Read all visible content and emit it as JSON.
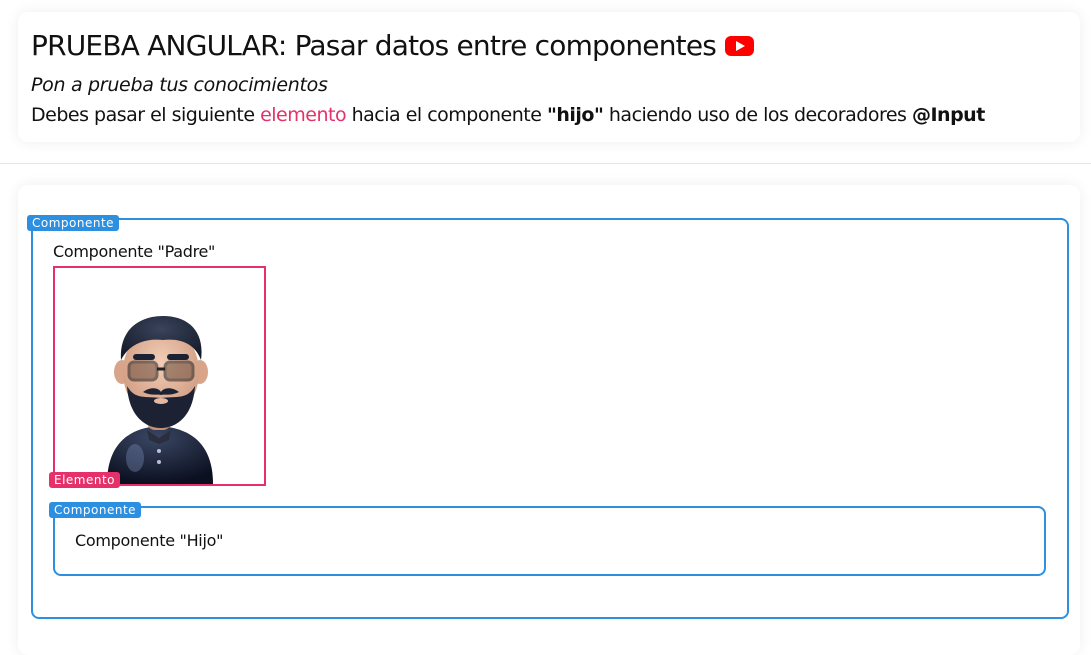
{
  "header": {
    "title": "PRUEBA ANGULAR: Pasar datos entre componentes",
    "title_icon": "youtube-icon",
    "subtitle": "Pon a prueba tus conocimientos",
    "instruction": {
      "part1": "Debes pasar el siguiente ",
      "keyword_element": "elemento",
      "part2": " hacia el componente ",
      "keyword_child": "\"hijo\"",
      "part3": " haciendo uso de los decoradores ",
      "keyword_decorator": "@Input"
    }
  },
  "parent_component": {
    "tag": "Componente",
    "title": "Componente \"Padre\"",
    "element": {
      "tag": "Elemento",
      "image": "avatar-image"
    }
  },
  "child_component": {
    "tag": "Componente",
    "title": "Componente \"Hijo\""
  },
  "colors": {
    "component_blue": "#2d8fe0",
    "element_pink": "#e5306a",
    "youtube_red": "#ff0000"
  }
}
